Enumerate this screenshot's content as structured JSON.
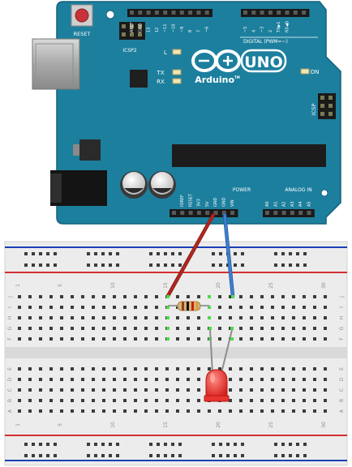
{
  "arduino": {
    "reset_label": "RESET",
    "icsp2_label": "ICSP2",
    "icsp_label": "ICSP",
    "logo_text": "UNO",
    "brand": "Arduino",
    "trademark": "TM",
    "digital_label": "DIGITAL (PWM=",
    "digital_tilde": "~",
    "digital_paren": ")",
    "power_label": "POWER",
    "analog_label": "ANALOG IN",
    "led_l": "L",
    "led_tx": "TX",
    "led_rx": "RX",
    "led_on": "ON",
    "top_pins": [
      "AREF",
      "GND",
      "13",
      "12",
      "~11",
      "~10",
      "~9",
      "8",
      "7",
      "~6",
      "~5",
      "4",
      "~3",
      "2",
      "TX▶1",
      "RX◀0"
    ],
    "power_pins": [
      "IOREF",
      "RESET",
      "3V3",
      "5V",
      "GND",
      "GND",
      "VIN"
    ],
    "analog_pins": [
      "A0",
      "A1",
      "A2",
      "A3",
      "A4",
      "A5"
    ]
  },
  "breadboard": {
    "col_numbers": [
      "1",
      "5",
      "10",
      "15",
      "20",
      "25",
      "30"
    ],
    "row_letters_top": [
      "J",
      "I",
      "H",
      "G",
      "F"
    ],
    "row_letters_bottom": [
      "E",
      "D",
      "C",
      "B",
      "A"
    ]
  },
  "colors": {
    "board": "#1d7f9e",
    "board_edge": "#13627c",
    "wire_5v": "#b3261e",
    "wire_gnd": "#3f7fcf",
    "led_red": "#e8332f",
    "rail_red": "#d32f2f",
    "rail_blue": "#1a3fb5",
    "hole": "#3b3b3b",
    "highlight": "#4cdb4c"
  }
}
